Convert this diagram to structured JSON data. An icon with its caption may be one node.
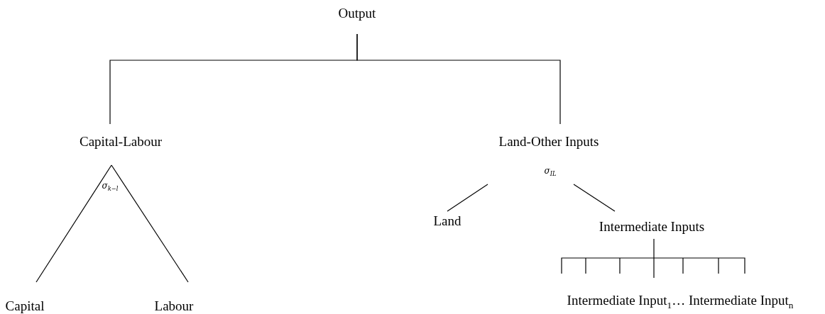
{
  "diagram": {
    "nodes": [
      {
        "text": [
          "Output"
        ]
      },
      {
        "text": [
          "Capital-Labour"
        ]
      },
      {
        "text": [
          "Land-Other Inputs"
        ]
      },
      {
        "text": [
          "Capital"
        ]
      },
      {
        "text": [
          "Labour"
        ]
      },
      {
        "text": [
          "Land"
        ]
      },
      {
        "text": [
          "Intermediate Inputs"
        ]
      },
      {
        "text": [
          "Intermediate Input$_{1}$… Intermediate Input$_{n}$"
        ]
      }
    ],
    "edges": [
      {
        "from": 0,
        "to": 1,
        "arrow": "none"
      },
      {
        "from": 0,
        "to": 2,
        "arrow": "none"
      },
      {
        "from": 1,
        "to": 3,
        "arrow": "none"
      },
      {
        "from": 1,
        "to": 4,
        "arrow": "none"
      },
      {
        "from": 2,
        "to": 5,
        "arrow": "none"
      },
      {
        "from": 2,
        "to": 6,
        "arrow": "none"
      },
      {
        "from": 6,
        "to": 7,
        "arrow": "none"
      }
    ],
    "labels": [
      "σ$_{k−l}$",
      "σ$_{IL}$"
    ]
  }
}
